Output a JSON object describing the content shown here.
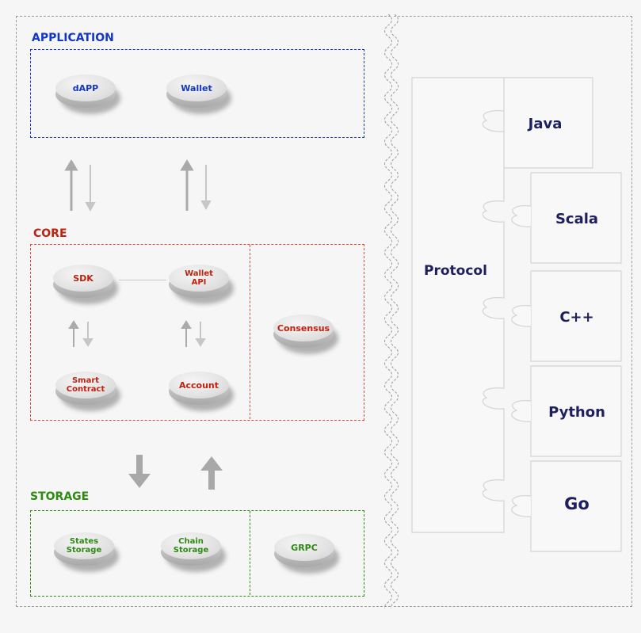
{
  "left_panel": {
    "application": {
      "title": "APPLICATION",
      "color": "#1436c4",
      "nodes": [
        "dAPP",
        "Wallet"
      ]
    },
    "core": {
      "title": "CORE",
      "color": "#c0210f",
      "nodes": [
        "SDK",
        "Wallet API",
        "Smart Contract",
        "Account",
        "Consensus"
      ]
    },
    "storage": {
      "title": "STORAGE",
      "color": "#2e8a12",
      "nodes": [
        "States Storage",
        "Chain Storage",
        "GRPC"
      ]
    }
  },
  "right_panel": {
    "protocol": "Protocol",
    "languages": [
      "Java",
      "Scala",
      "C++",
      "Python",
      "Go"
    ],
    "text_color": "#1d1f5e"
  }
}
